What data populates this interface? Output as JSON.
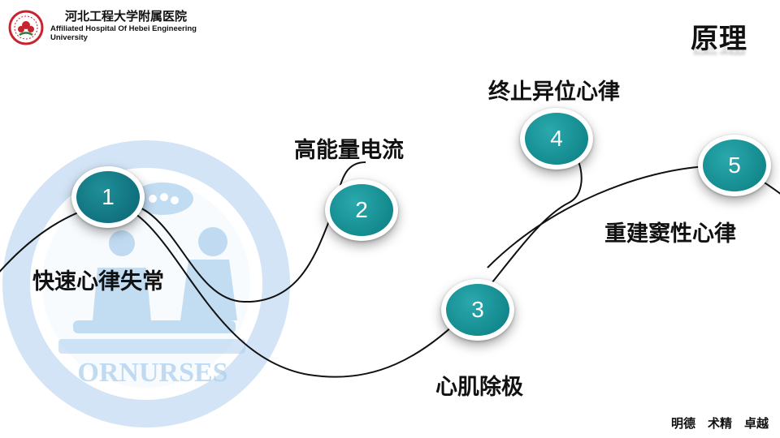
{
  "header": {
    "hospital_name_cn": "河北工程大学附属医院",
    "hospital_name_en": "Affiliated Hospital Of Hebei Engineering University"
  },
  "slide": {
    "title": "原理",
    "steps": [
      {
        "number": "1",
        "label": "快速心律失常"
      },
      {
        "number": "2",
        "label": "高能量电流"
      },
      {
        "number": "3",
        "label": "心肌除极"
      },
      {
        "number": "4",
        "label": "终止异位心律"
      },
      {
        "number": "5",
        "label": "重建窦性心律"
      }
    ]
  },
  "watermark": {
    "text": "ORNURSES"
  },
  "footer": {
    "motto": "明德　术精　卓越"
  },
  "colors": {
    "node_teal": "#11878b",
    "watermark_blue": "#6aa8de",
    "text": "#111111"
  }
}
